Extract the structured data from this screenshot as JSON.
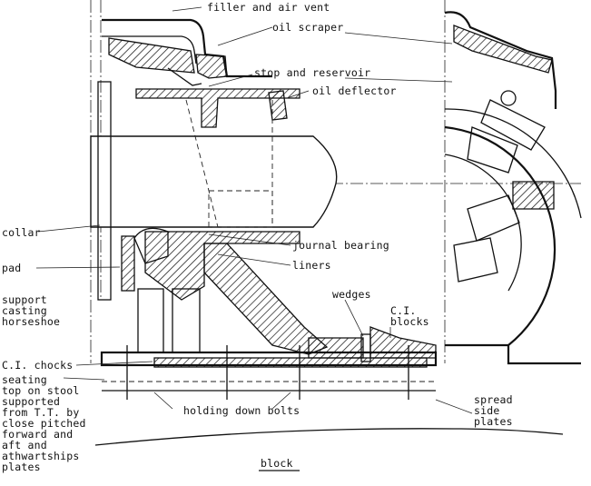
{
  "labels": {
    "filler": "filler and air vent",
    "oil_scraper": "oil scraper",
    "stop_reservoir": "stop and reservoir",
    "oil_deflector": "oil deflector",
    "collar": "collar",
    "journal_bearing": "journal bearing",
    "pad": "pad",
    "liners": "liners",
    "support_casting": "support\ncasting\nhorseshoe",
    "wedges": "wedges",
    "ci_blocks": "C.I.\nblocks",
    "ci_chocks": "C.I. chocks",
    "seating": "seating\ntop on stool\nsupported\nfrom T.T. by\nclose pitched\nforward and\naft and\nathwartships\nplates",
    "holding_bolts": "holding down bolts",
    "spread_plates": "spread\nside\nplates",
    "block": "block"
  }
}
